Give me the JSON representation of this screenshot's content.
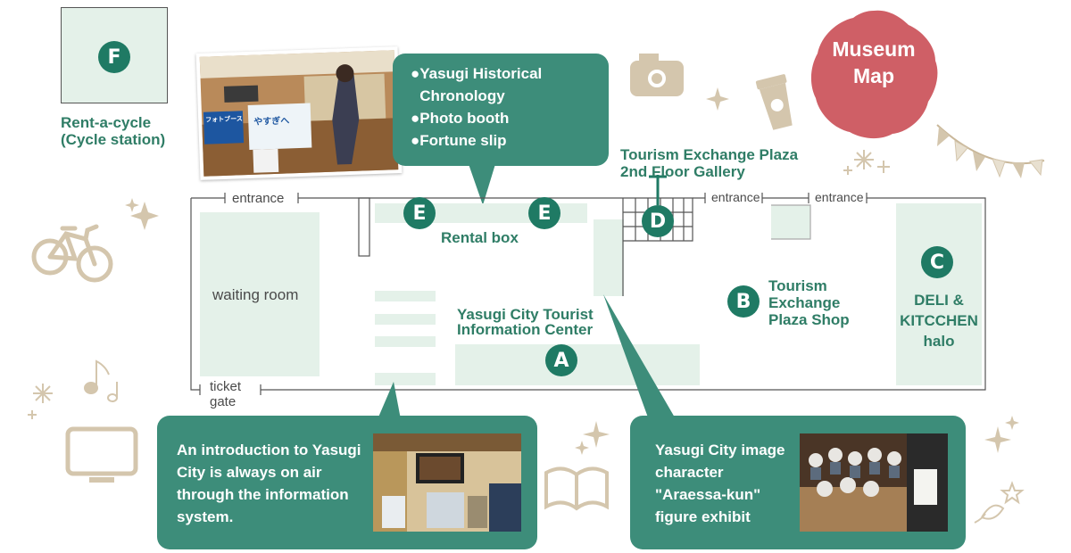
{
  "title": "Museum Map",
  "map": {
    "entrances": [
      "entrance",
      "entrance",
      "entrance"
    ],
    "ticket_gate": "ticket gate",
    "waiting_room": "waiting room",
    "rental_box": "Rental box"
  },
  "locations": {
    "A": {
      "marker": "A",
      "name": "Yasugi City Tourist Information Center"
    },
    "B": {
      "marker": "B",
      "name": "Tourism Exchange Plaza Shop"
    },
    "C": {
      "marker": "C",
      "name": "DELI & KITCCHEN halo"
    },
    "D": {
      "marker": "D",
      "name": "Tourism Exchange Plaza 2nd Floor Gallery"
    },
    "E": {
      "marker": "E"
    },
    "F": {
      "marker": "F",
      "name": "Rent-a-cycle (Cycle station)"
    }
  },
  "callouts": {
    "top": {
      "items": [
        "Yasugi Historical Chronology",
        "Photo booth",
        "Fortune slip"
      ]
    },
    "bottom_left": {
      "text": "An introduction to Yasugi City is always on air through the information system."
    },
    "bottom_right": {
      "text": "Yasugi City image character \"Araessa-kun\" figure exhibit"
    }
  },
  "photo_signs": {
    "sign1": "フォトブース",
    "sign2": "やすぎへ"
  },
  "colors": {
    "accent": "#1f7a64",
    "bubble": "#3d8d7a",
    "zone": "#e4f1e9",
    "title_badge": "#cf5f66",
    "decor": "#d4c6ad"
  }
}
